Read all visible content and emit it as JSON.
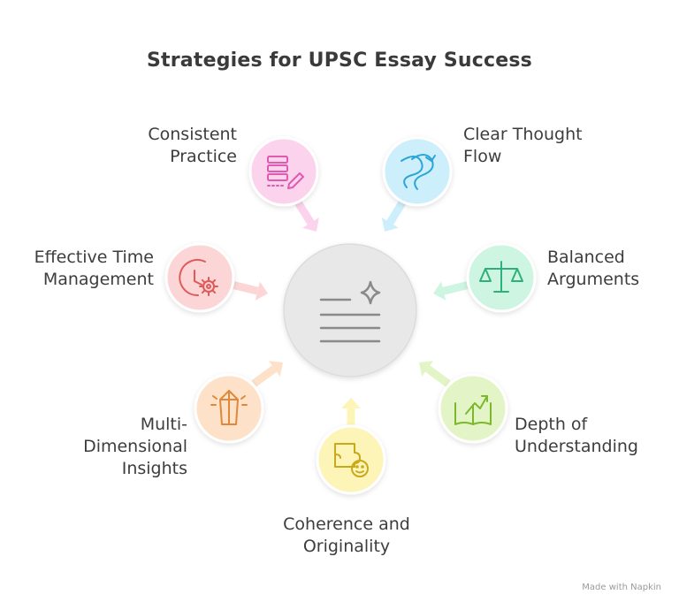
{
  "title": "Strategies for UPSC Essay Success",
  "center_icon": "document-sparkle-icon",
  "nodes": [
    {
      "id": "consistent-practice",
      "lines": [
        "Consistent",
        "Practice"
      ],
      "icon": "server-pencil-icon",
      "fill": "#fcd3ec",
      "stroke": "#e05bb0"
    },
    {
      "id": "clear-thought-flow",
      "lines": [
        "Clear Thought",
        "Flow"
      ],
      "icon": "winding-road-icon",
      "fill": "#cdeefb",
      "stroke": "#2aa6d6"
    },
    {
      "id": "effective-time-management",
      "lines": [
        "Effective Time",
        "Management"
      ],
      "icon": "clock-gear-icon",
      "fill": "#fcd6d6",
      "stroke": "#e05858"
    },
    {
      "id": "balanced-arguments",
      "lines": [
        "Balanced",
        "Arguments"
      ],
      "icon": "scales-icon",
      "fill": "#cdf5e2",
      "stroke": "#2fb07a"
    },
    {
      "id": "multi-dimensional-insights",
      "lines": [
        "Multi-",
        "Dimensional",
        "Insights"
      ],
      "icon": "crystal-icon",
      "fill": "#fde2c9",
      "stroke": "#e0883a"
    },
    {
      "id": "depth-of-understanding",
      "lines": [
        "Depth of",
        "Understanding"
      ],
      "icon": "open-book-arrow-icon",
      "fill": "#e3f5c6",
      "stroke": "#7cb82c"
    },
    {
      "id": "coherence-and-originality",
      "lines": [
        "Coherence and",
        "Originality"
      ],
      "icon": "puzzle-face-icon",
      "fill": "#fdf5b8",
      "stroke": "#c9a81a"
    }
  ],
  "footer": "Made with Napkin"
}
